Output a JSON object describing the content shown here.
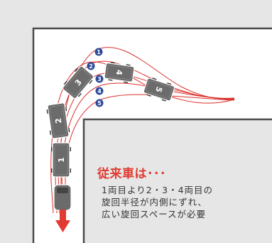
{
  "diagram": {
    "colors": {
      "background": "#e6e6e6",
      "road": "#ffffff",
      "road_edge": "#4a4a4a",
      "path_line": "#d9302a",
      "marker": "#2b4a9a",
      "arrow": "#e03a32",
      "car_body": "#6b6b6b",
      "car_stroke": "#ffffff",
      "title": "#e03a32"
    },
    "cars": [
      {
        "label": "1",
        "icon": "train-car-icon"
      },
      {
        "label": "2",
        "icon": "train-car-icon"
      },
      {
        "label": "3",
        "icon": "train-car-icon"
      },
      {
        "label": "4",
        "icon": "train-car-icon"
      },
      {
        "label": "5",
        "icon": "train-car-icon"
      }
    ],
    "markers": [
      "1",
      "2",
      "3",
      "4",
      "5"
    ],
    "arrow_icon": "down-arrow-icon",
    "caption": {
      "title": "従来車は･･･",
      "lines": [
        "1両目より2・3・4両目の",
        "旋回半径が内側にずれ、",
        "広い旋回スペースが必要"
      ]
    }
  }
}
